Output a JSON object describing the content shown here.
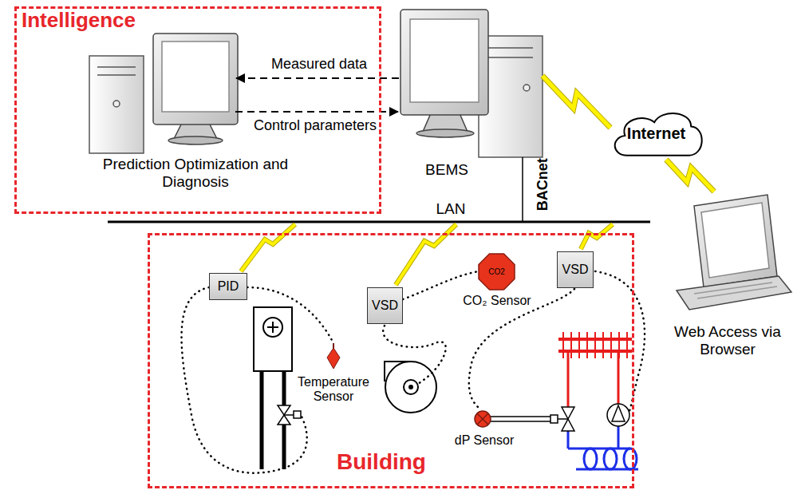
{
  "diagram": {
    "nodes": [
      {
        "text": [
          "Intelligence"
        ]
      },
      {
        "text": [
          "Prediction Optimization and Diagnosis"
        ],
        "in": 0
      },
      {
        "text": [
          "BEMS"
        ]
      },
      {
        "text": [
          "Internet"
        ]
      },
      {
        "text": [
          "Web Access via Browser"
        ]
      },
      {
        "text": [
          "Building"
        ]
      },
      {
        "text": [
          "PID"
        ],
        "in": 5
      },
      {
        "text": [
          "VSD"
        ],
        "in": 5
      },
      {
        "text": [
          "CO2",
          "CO₂ Sensor"
        ],
        "in": 5
      },
      {
        "text": [
          "VSD"
        ],
        "in": 5
      }
    ],
    "edges": [
      {
        "from": 2,
        "to": 1,
        "label": "Measured data",
        "arrow": "to"
      },
      {
        "from": 1,
        "to": 2,
        "label": "Control parameters",
        "arrow": "to"
      },
      {
        "from": 2,
        "to": 3,
        "arrow": "none"
      },
      {
        "from": 3,
        "to": 4,
        "arrow": "none"
      }
    ],
    "labels": [
      "LAN",
      "BACnet",
      "Temperature Sensor",
      "dP Sensor"
    ]
  }
}
